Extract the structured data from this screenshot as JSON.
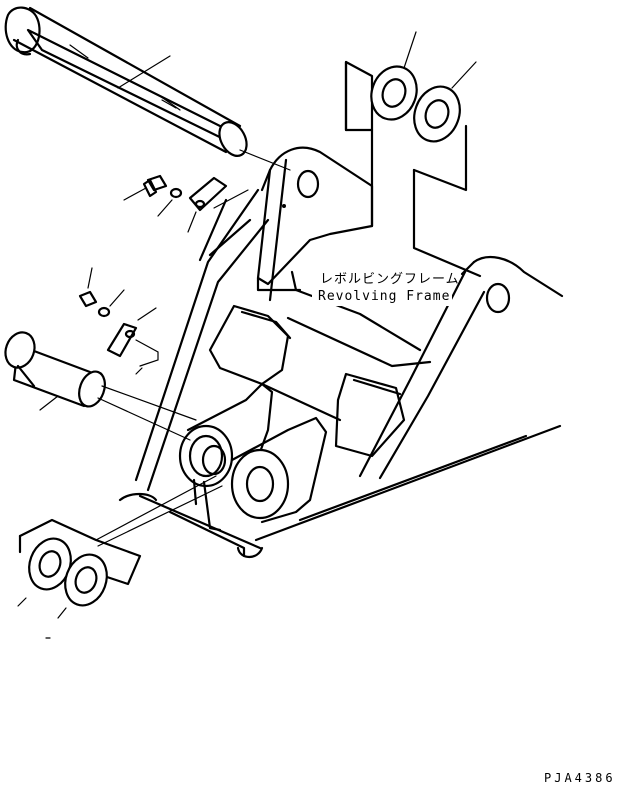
{
  "diagram": {
    "callout_jp": "レボルビングフレーム",
    "callout_en": "Revolving Frame",
    "drawing_code": "PJA4386"
  }
}
